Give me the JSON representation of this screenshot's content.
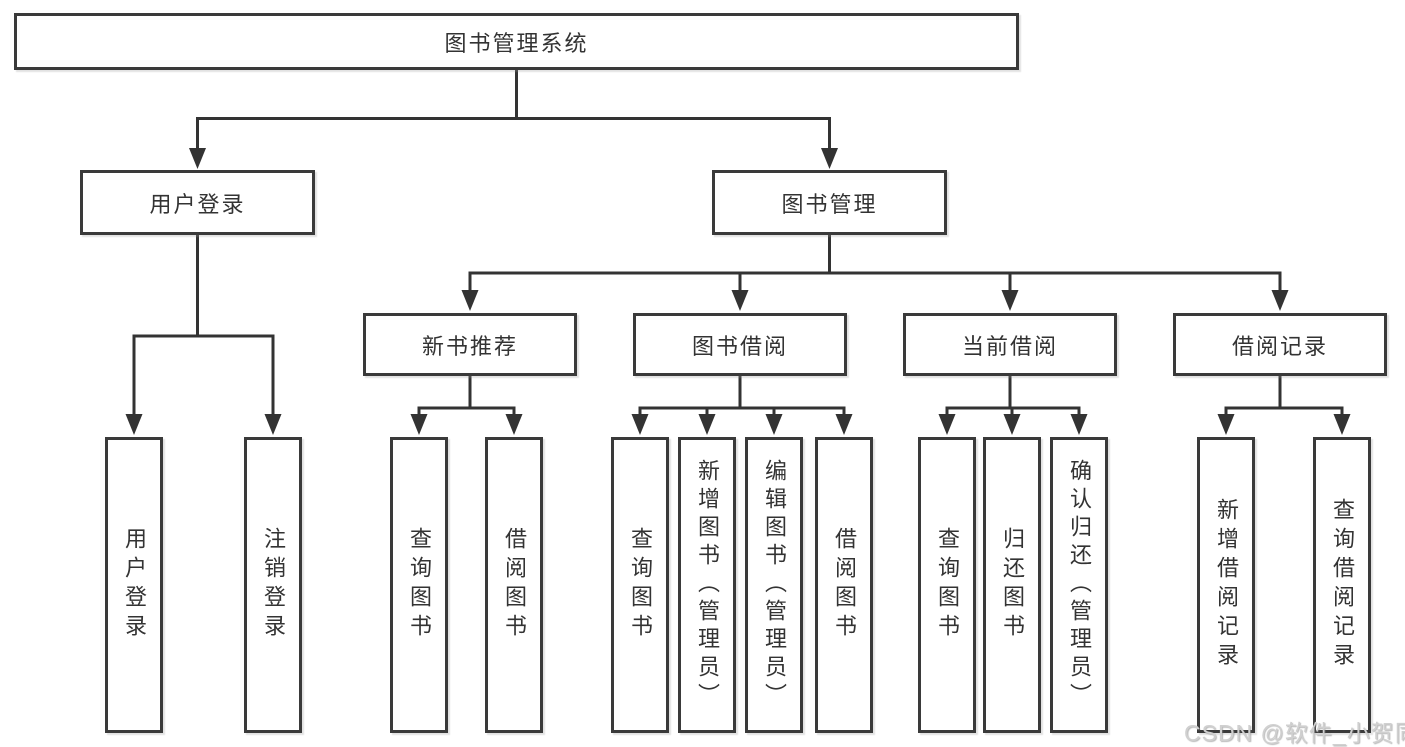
{
  "diagram": {
    "title": "图书管理系统",
    "root": {
      "label": "图书管理系统"
    },
    "level2": [
      {
        "label": "用户登录"
      },
      {
        "label": "图书管理"
      }
    ],
    "level3": [
      {
        "label": "新书推荐"
      },
      {
        "label": "图书借阅"
      },
      {
        "label": "当前借阅"
      },
      {
        "label": "借阅记录"
      }
    ],
    "leaves": {
      "login": [
        "用户登录",
        "注销登录"
      ],
      "recommend": [
        "查询图书",
        "借阅图书"
      ],
      "borrow": [
        "查询图书",
        "新增图书（管理员）",
        "编辑图书（管理员）",
        "借阅图书"
      ],
      "current": [
        "查询图书",
        "归还图书",
        "确认归还（管理员）"
      ],
      "records": [
        "新增借阅记录",
        "查询借阅记录"
      ]
    },
    "colors": {
      "line": "#333333",
      "border": "#3a3a3a",
      "text": "#333333",
      "background": "#ffffff",
      "watermark_text": "#d0d0d0"
    },
    "watermark": "CSDN @软件_小贺同学"
  }
}
